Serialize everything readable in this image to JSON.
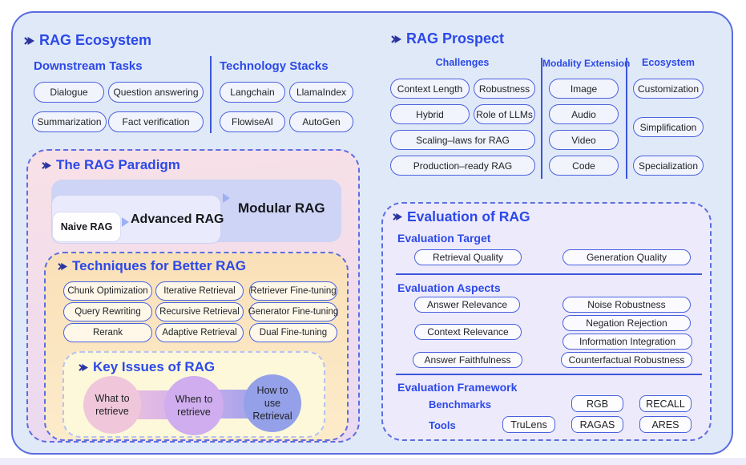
{
  "colors": {
    "accent_blue_text": "#2c49e8",
    "arrow_navy": "#2b35a0",
    "pill_border_blue": "#4a61de",
    "main_container_fill": "#e0e9f8",
    "main_container_border": "#5a6ce0",
    "paradigm_fill_top": "#f8e1e6",
    "paradigm_fill_bottom": "#e9d9f1",
    "techniques_fill_top": "#fae0b9",
    "techniques_fill_bottom": "#fcebca",
    "key_issues_fill": "#fdf8da",
    "evaluation_fill": "#edeafb",
    "modular_box_fill": "#cdd4f6",
    "advanced_box_fill": "#e9ebfc",
    "naive_box_fill": "#fefeff",
    "circle_what_fill": "#efc6da",
    "circle_when_fill": "#cfadee",
    "circle_how_fill": "#94a0e8",
    "bottom_strip_fill": "#efecfb"
  },
  "ecosystem": {
    "title": "RAG Ecosystem",
    "downstream": {
      "title": "Downstream Tasks",
      "items": [
        "Dialogue",
        "Question answering",
        "Summarization",
        "Fact verification"
      ]
    },
    "stacks": {
      "title": "Technology Stacks",
      "items": [
        "Langchain",
        "LlamaIndex",
        "FlowiseAI",
        "AutoGen"
      ]
    }
  },
  "prospect": {
    "title": "RAG Prospect",
    "challenges": {
      "title": "Challenges",
      "items": [
        "Context Length",
        "Robustness",
        "Hybrid",
        "Role of LLMs",
        "Scaling–laws for RAG",
        "Production–ready RAG"
      ]
    },
    "modality": {
      "title": "Modality Extension",
      "items": [
        "Image",
        "Audio",
        "Video",
        "Code"
      ]
    },
    "eco": {
      "title": "Ecosystem",
      "items": [
        "Customization",
        "Simplification",
        "Specialization"
      ]
    }
  },
  "paradigm": {
    "title": "The RAG Paradigm",
    "stages": [
      "Naive RAG",
      "Advanced RAG",
      "Modular RAG"
    ]
  },
  "techniques": {
    "title": "Techniques for Better RAG",
    "items": [
      "Chunk Optimization",
      "Iterative Retrieval",
      "Retriever Fine-tuning",
      "Query Rewriting",
      "Recursive Retrieval",
      "Generator Fine-tuning",
      "Rerank",
      "Adaptive Retrieval",
      "Dual Fine-tuning"
    ]
  },
  "key_issues": {
    "title": "Key Issues of RAG",
    "items": [
      "What to retrieve",
      "When to retrieve",
      "How to use Retrieval"
    ]
  },
  "evaluation": {
    "title": "Evaluation of RAG",
    "target": {
      "title": "Evaluation Target",
      "items": [
        "Retrieval Quality",
        "Generation Quality"
      ]
    },
    "aspects": {
      "title": "Evaluation Aspects",
      "left": [
        "Answer Relevance",
        "Context Relevance",
        "Answer Faithfulness"
      ],
      "right": [
        "Noise Robustness",
        "Negation Rejection",
        "Information Integration",
        "Counterfactual Robustness"
      ]
    },
    "framework": {
      "title": "Evaluation Framework",
      "benchmarks_label": "Benchmarks",
      "tools_label": "Tools",
      "benchmarks": [
        "RGB",
        "RECALL"
      ],
      "tools": [
        "TruLens",
        "RAGAS",
        "ARES"
      ]
    }
  }
}
